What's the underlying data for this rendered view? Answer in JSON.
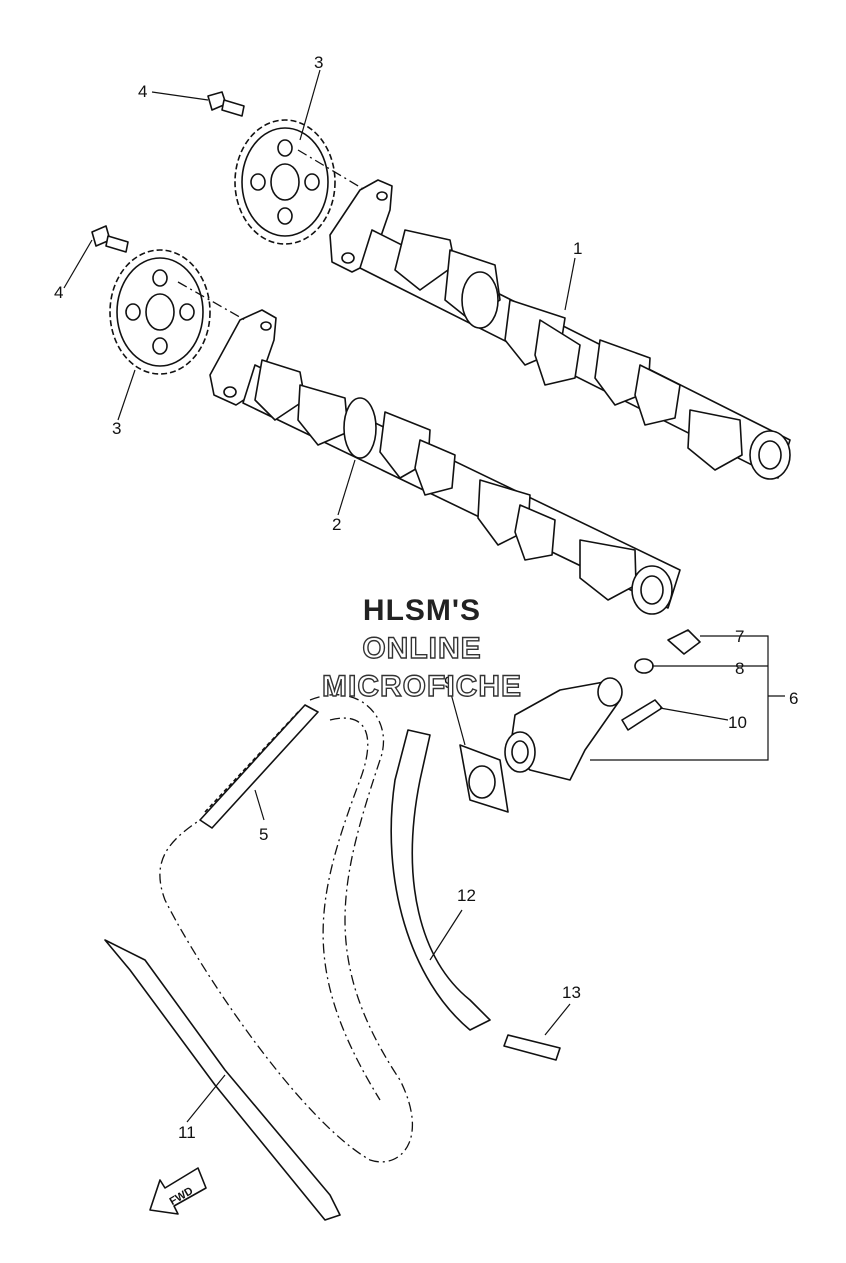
{
  "watermark": {
    "line1": "HLSM'S",
    "line2": "ONLINE",
    "line3": "MICROFICHE"
  },
  "callouts": {
    "c1": "1",
    "c2": "2",
    "c3a": "3",
    "c3b": "3",
    "c4a": "4",
    "c4b": "4",
    "c5": "5",
    "c6": "6",
    "c7": "7",
    "c8": "8",
    "c9": "9",
    "c10": "10",
    "c11": "11",
    "c12": "12",
    "c13": "13"
  },
  "fwd_label": "FWD"
}
